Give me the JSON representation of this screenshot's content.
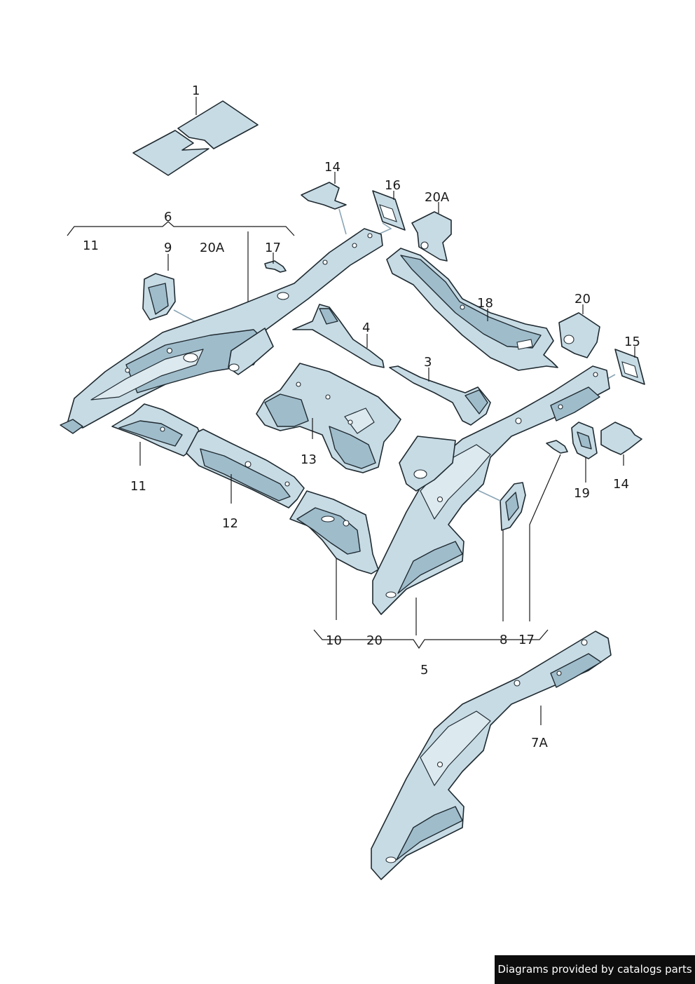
{
  "labels": {
    "l1": "1",
    "l14a": "14",
    "l16": "16",
    "l20a_top": "20A",
    "l6": "6",
    "l11_top": "11",
    "l9": "9",
    "l20a_mid": "20A",
    "l17_top": "17",
    "l18": "18",
    "l20_right": "20",
    "l15": "15",
    "l4": "4",
    "l3": "3",
    "l13": "13",
    "l11_low": "11",
    "l12": "12",
    "l19": "19",
    "l14b": "14",
    "l10": "10",
    "l20_bottom": "20",
    "l8": "8",
    "l17_bottom": "17",
    "l5": "5",
    "l7a": "7A"
  },
  "footer": {
    "credit": "Diagrams provided by catalogs parts"
  },
  "colors": {
    "part_fill": "#c7dbe5",
    "part_shadow": "#9fbccb",
    "outline": "#1f2a30",
    "credit_background": "#0d0d0d"
  }
}
